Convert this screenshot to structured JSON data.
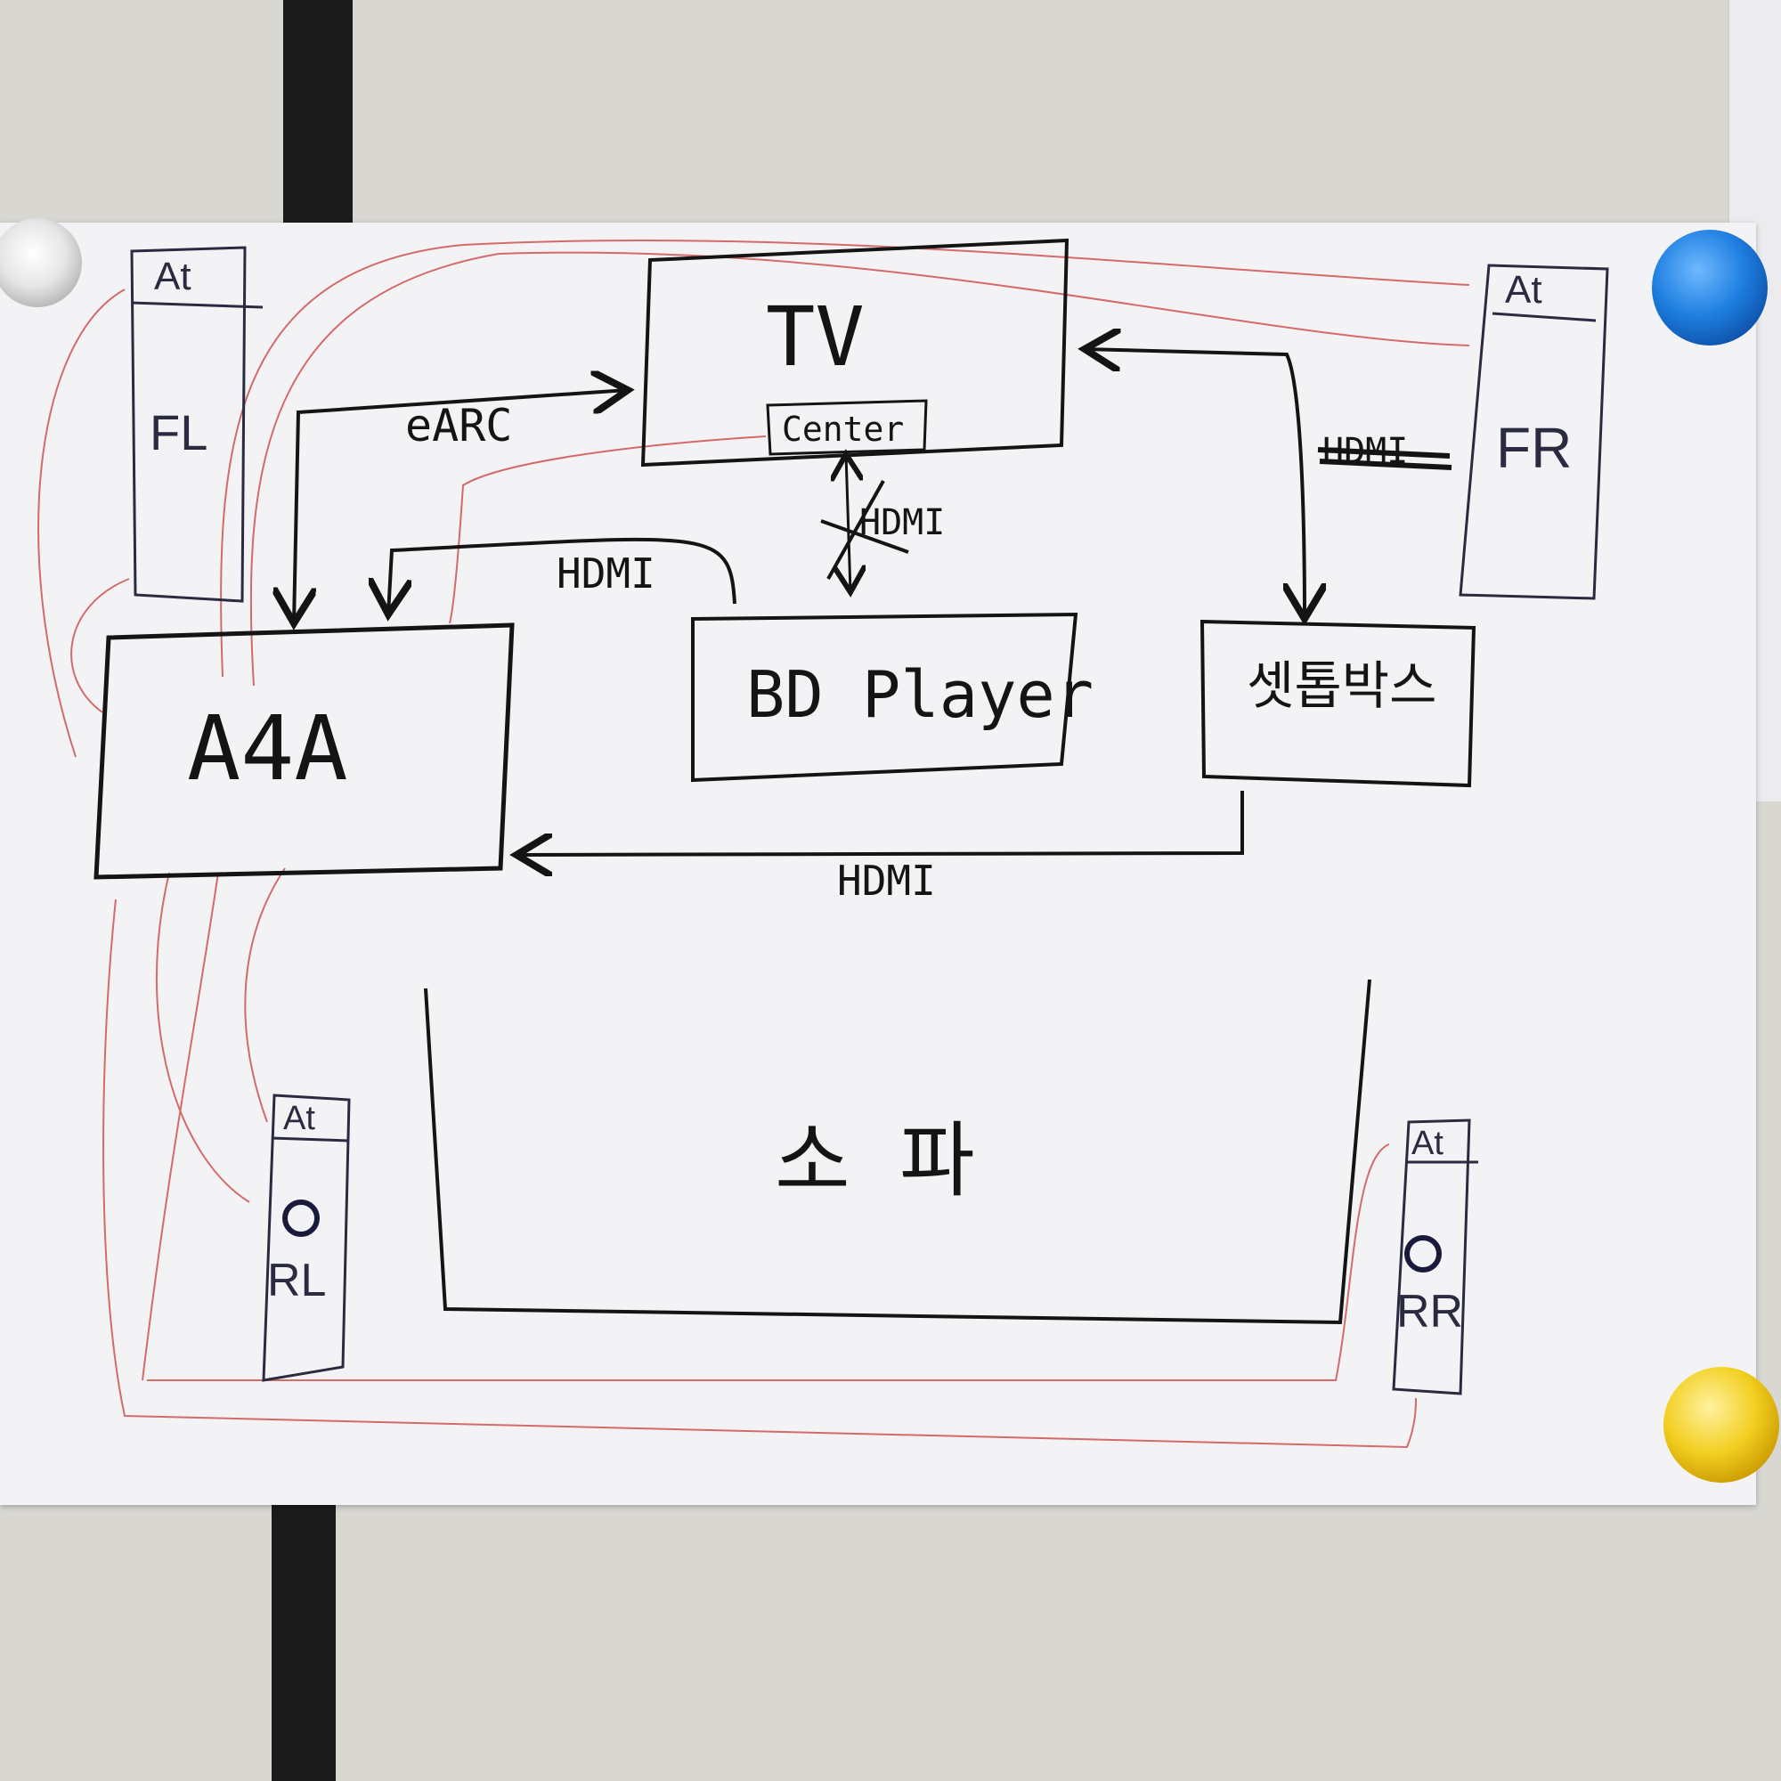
{
  "colors": {
    "ink": "#141414",
    "pen": "#2a2a40",
    "red_wire": "#d46a6a",
    "paper": "#f3f3f6",
    "wall": "#d8d7d2"
  },
  "devices": {
    "tv": "TV",
    "center": "Center",
    "receiver": "A4A",
    "bd_player": "BD Player",
    "settop_box": "셋톱박스"
  },
  "connections": {
    "earc": "eARC",
    "hdmi_bd": "HDMI",
    "hdmi_center_crossed": "HDMI",
    "hdmi_tv_settop_crossed": "HDMI",
    "hdmi_settop": "HDMI"
  },
  "speakers": {
    "fl": {
      "label": "FL",
      "top": "At"
    },
    "fr": {
      "label": "FR",
      "top": "At"
    },
    "rl": {
      "label": "RL",
      "top": "At"
    },
    "rr": {
      "label": "RR",
      "top": "At"
    }
  },
  "furniture": {
    "sofa": "소 파"
  },
  "magnets": [
    "clear-magnet",
    "blue-magnet",
    "yellow-magnet"
  ]
}
